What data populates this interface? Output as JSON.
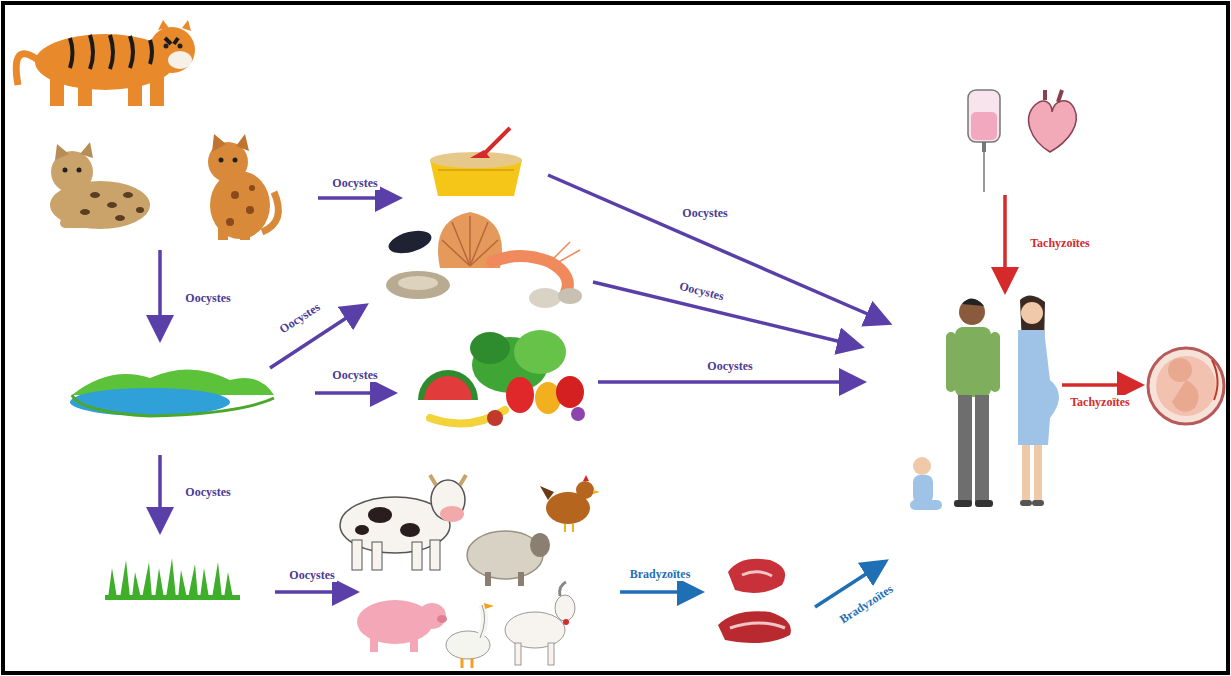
{
  "diagram": {
    "labels": [
      "Oocystes",
      "Oocystes",
      "Oocystes",
      "Oocystes",
      "Oocystes",
      "Oocystes",
      "Oocystes",
      "Oocystes",
      "Oocystes",
      "Bradyzoïtes",
      "Bradyzoïtes",
      "Tachyzoïtes",
      "Tachyzoïtes"
    ]
  }
}
